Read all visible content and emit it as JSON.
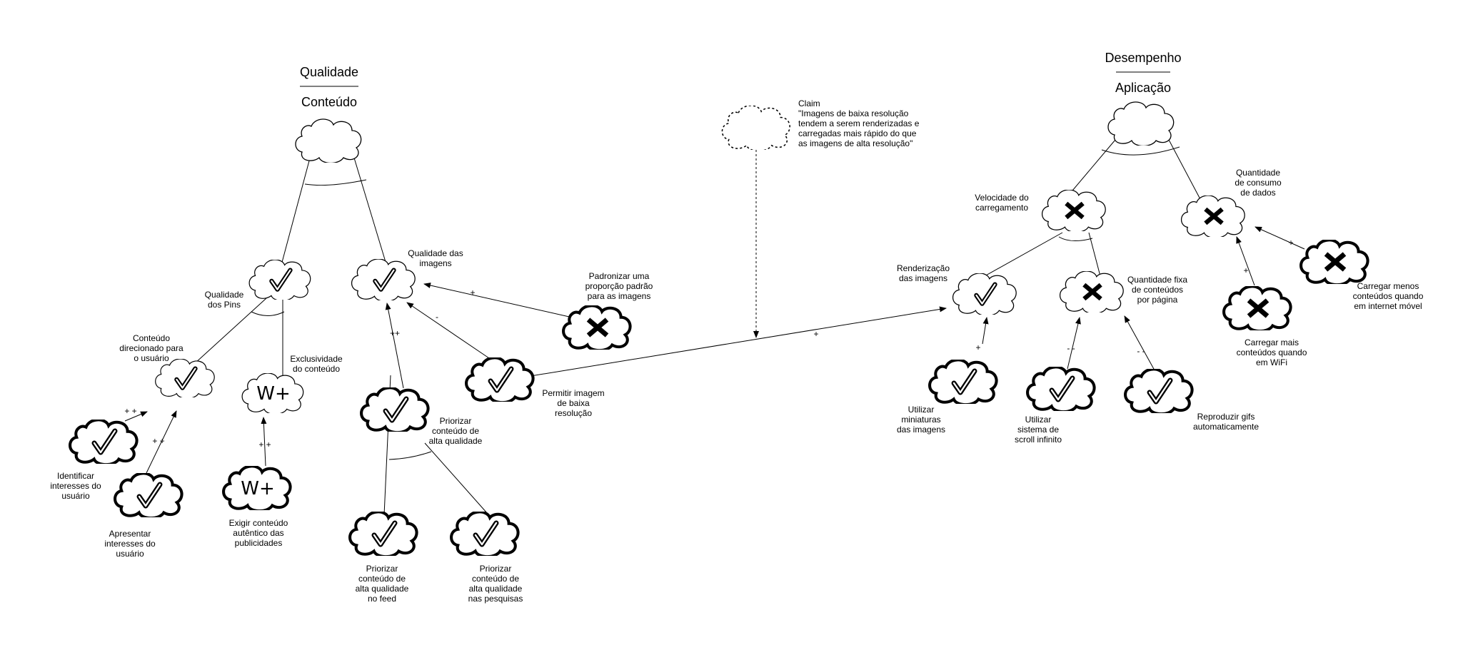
{
  "softgoals": {
    "qualidade": {
      "type": "Qualidade",
      "topic": "Conteúdo"
    },
    "desempenho": {
      "type": "Desempenho",
      "topic": "Aplicação"
    }
  },
  "claim": {
    "title": "Claim",
    "lines": [
      "\"Imagens de baixa resolução",
      "tendem a serem renderizadas e",
      "carregadas mais rápido do que",
      "as imagens de alta resolução\""
    ]
  },
  "nodes": {
    "qualidade_pins": {
      "label": [
        "Qualidade",
        "dos Pins"
      ],
      "status": "check"
    },
    "qualidade_imagens": {
      "label": [
        "Qualidade das",
        "imagens"
      ],
      "status": "check"
    },
    "conteudo_direcionado": {
      "label": [
        "Conteúdo",
        "direcionado para",
        "o usuário"
      ],
      "status": "check"
    },
    "exclusividade": {
      "label": [
        "Exclusividade",
        "do conteúdo"
      ],
      "status": "W+"
    },
    "identificar": {
      "label": [
        "Identificar",
        "interesses do",
        "usuário"
      ],
      "status": "check"
    },
    "apresentar": {
      "label": [
        "Apresentar",
        "interesses do",
        "usuário"
      ],
      "status": "check"
    },
    "exigir": {
      "label": [
        "Exigir conteúdo",
        "autêntico das",
        "publicidades"
      ],
      "status": "W+"
    },
    "priorizar": {
      "label": [
        "Priorizar",
        "conteúdo de",
        "alta qualidade"
      ],
      "status": "check"
    },
    "priorizar_feed": {
      "label": [
        "Priorizar",
        "conteúdo de",
        "alta qualidade",
        "no feed"
      ],
      "status": "check"
    },
    "priorizar_pesquisas": {
      "label": [
        "Priorizar",
        "conteúdo de",
        "alta qualidade",
        "nas pesquisas"
      ],
      "status": "check"
    },
    "padronizar": {
      "label": [
        "Padronizar uma",
        "proporção padrão",
        "para as imagens"
      ],
      "status": "x"
    },
    "permitir": {
      "label": [
        "Permitir imagem",
        "de baixa",
        "resolução"
      ],
      "status": "check"
    },
    "velocidade": {
      "label": [
        "Velocidade do",
        "carregamento"
      ],
      "status": "x"
    },
    "consumo": {
      "label": [
        "Quantidade",
        "de consumo",
        "de dados"
      ],
      "status": "x"
    },
    "renderizacao": {
      "label": [
        "Renderização",
        "das imagens"
      ],
      "status": "check"
    },
    "quantidade_fixa": {
      "label": [
        "Quantidade fixa",
        "de conteúdos",
        "por página"
      ],
      "status": "x"
    },
    "miniaturas": {
      "label": [
        "Utilizar",
        "miniaturas",
        "das imagens"
      ],
      "status": "check"
    },
    "scroll": {
      "label": [
        "Utilizar",
        "sistema de",
        "scroll infinito"
      ],
      "status": "check"
    },
    "gifs": {
      "label": [
        "Reproduzir gifs",
        "automaticamente"
      ],
      "status": "check"
    },
    "carregar_mais": {
      "label": [
        "Carregar mais",
        "conteúdos quando",
        "em WiFi"
      ],
      "status": "x"
    },
    "carregar_menos": {
      "label": [
        "Carregar menos",
        "conteúdos quando",
        "em internet móvel"
      ],
      "status": "x"
    }
  },
  "links": [
    {
      "from": "identificar",
      "to": "conteudo_direcionado",
      "label": "+ +"
    },
    {
      "from": "apresentar",
      "to": "conteudo_direcionado",
      "label": "+ +"
    },
    {
      "from": "exigir",
      "to": "exclusividade",
      "label": "+ +"
    },
    {
      "from": "priorizar",
      "to": "qualidade_imagens",
      "label": "++"
    },
    {
      "from": "permitir",
      "to": "qualidade_imagens",
      "label": "-"
    },
    {
      "from": "padronizar",
      "to": "qualidade_imagens",
      "label": "+"
    },
    {
      "from": "permitir",
      "to": "renderizacao",
      "label": "+"
    },
    {
      "from": "miniaturas",
      "to": "renderizacao",
      "label": "+"
    },
    {
      "from": "scroll",
      "to": "quantidade_fixa",
      "label": "- -"
    },
    {
      "from": "gifs",
      "to": "quantidade_fixa",
      "label": "- -"
    },
    {
      "from": "carregar_mais",
      "to": "consumo",
      "label": "+"
    },
    {
      "from": "carregar_menos",
      "to": "consumo",
      "label": "+"
    }
  ]
}
